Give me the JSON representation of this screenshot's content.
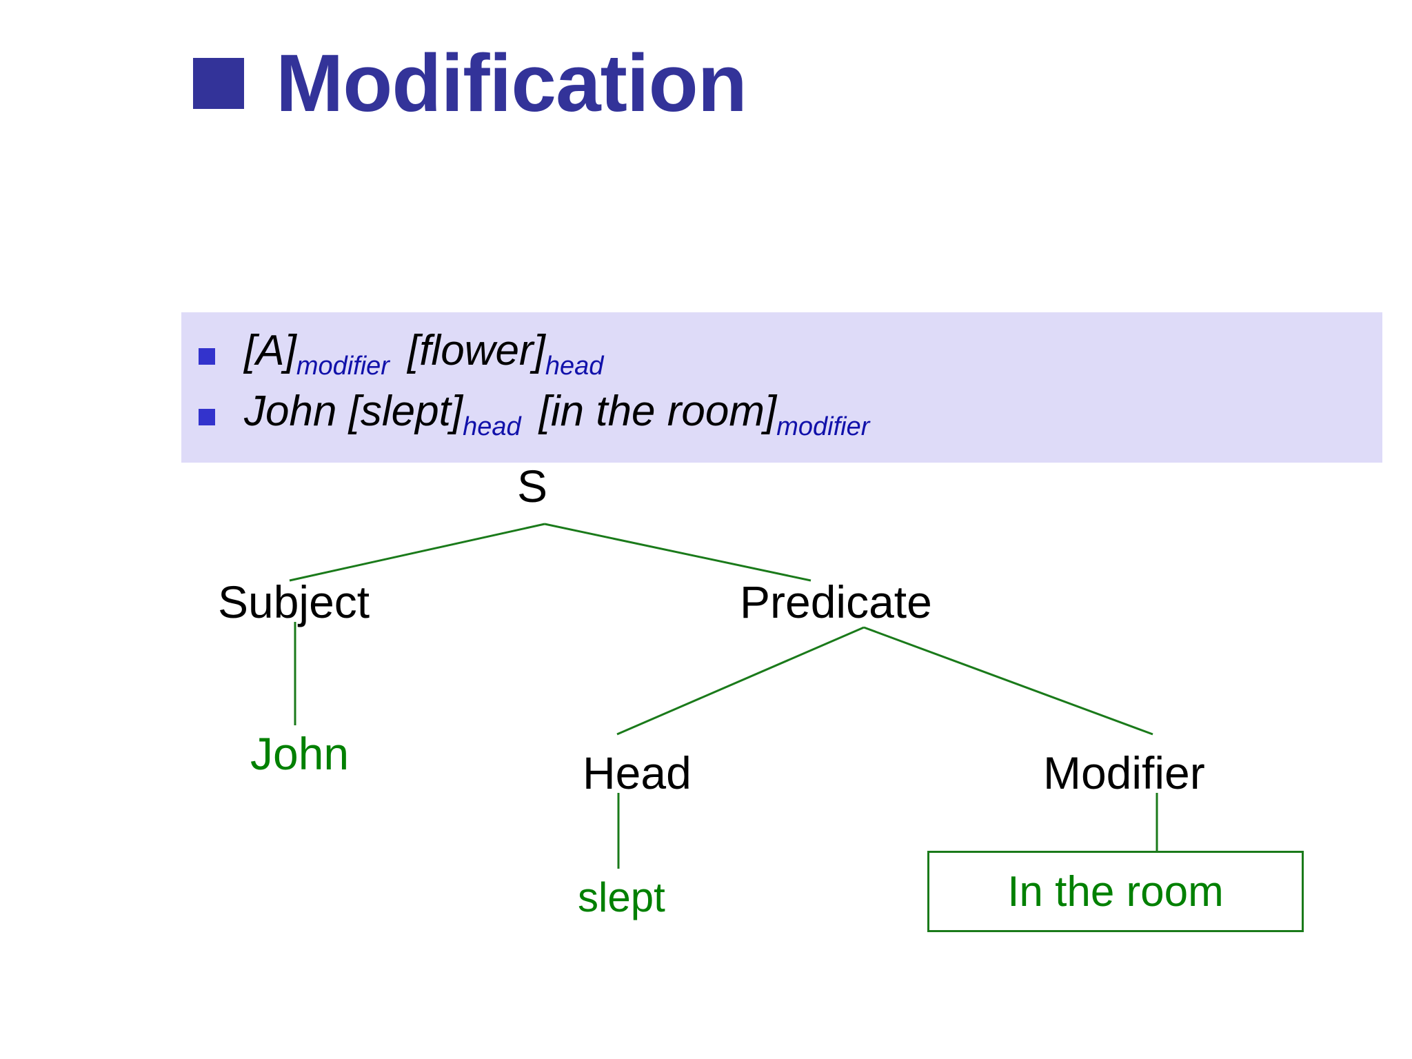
{
  "slide": {
    "title": "Modification",
    "title_color": "#333399",
    "bullet_square_color": "#333399"
  },
  "panel": {
    "background_color": "#dedbf8",
    "marker_color": "#3333cc",
    "subscript_color": "#1111aa",
    "bullets": [
      {
        "id": "bullet-a-flower",
        "parts": [
          {
            "text": "[A]",
            "style": "main"
          },
          {
            "text": "modifier",
            "style": "subscript"
          },
          {
            "text": "[flower]",
            "style": "main"
          },
          {
            "text": "head",
            "style": "subscript"
          }
        ]
      },
      {
        "id": "bullet-john-slept",
        "parts": [
          {
            "text": "John  [slept]",
            "style": "main"
          },
          {
            "text": "head",
            "style": "subscript"
          },
          {
            "text": "[in the room]",
            "style": "main"
          },
          {
            "text": "modifier",
            "style": "subscript"
          }
        ]
      }
    ]
  },
  "tree": {
    "line_color": "#1a7a1a",
    "nodes": {
      "root": "S",
      "subject": "Subject",
      "predicate": "Predicate",
      "john": "John",
      "head": "Head",
      "slept": "slept",
      "modifier": "Modifier",
      "room_box": "In the room"
    },
    "node_colors": {
      "root": "#000000",
      "subject": "#000000",
      "predicate": "#000000",
      "john": "#008000",
      "head": "#000000",
      "slept": "#008000",
      "modifier": "#000000",
      "room_box": "#008000"
    }
  }
}
